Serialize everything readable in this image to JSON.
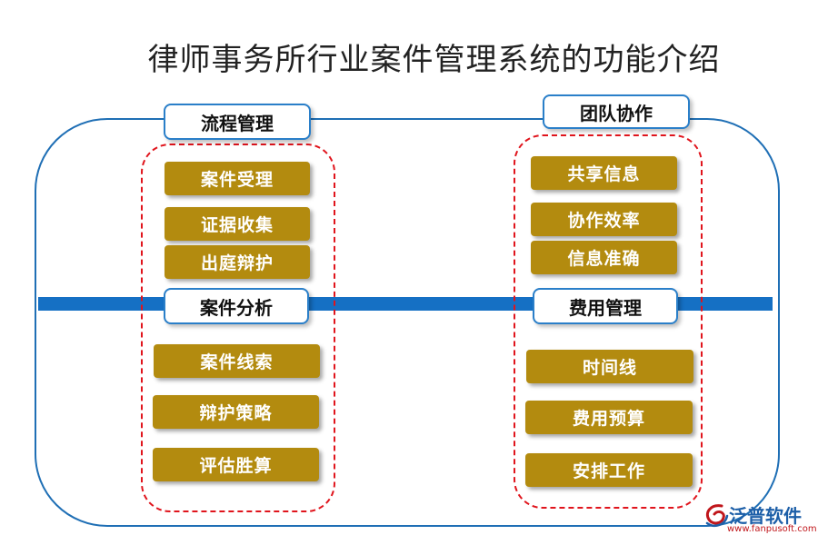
{
  "title": "律师事务所行业案件管理系统的功能介绍",
  "groups": [
    {
      "label": "流程管理",
      "items": [
        "案件受理",
        "证据收集",
        "出庭辩护"
      ]
    },
    {
      "label": "案件分析",
      "items": [
        "案件线索",
        "辩护策略",
        "评估胜算"
      ]
    },
    {
      "label": "团队协作",
      "items": [
        "共享信息",
        "协作效率",
        "信息准确"
      ]
    },
    {
      "label": "费用管理",
      "items": [
        "时间线",
        "费用预算",
        "安排工作"
      ]
    }
  ],
  "logo": {
    "name": "泛普软件",
    "url": "www.fanpusoft.com"
  },
  "colors": {
    "item_fill": "#b38b0f",
    "frame_blue": "#1f6fb5",
    "dash_red": "#e0141c"
  }
}
